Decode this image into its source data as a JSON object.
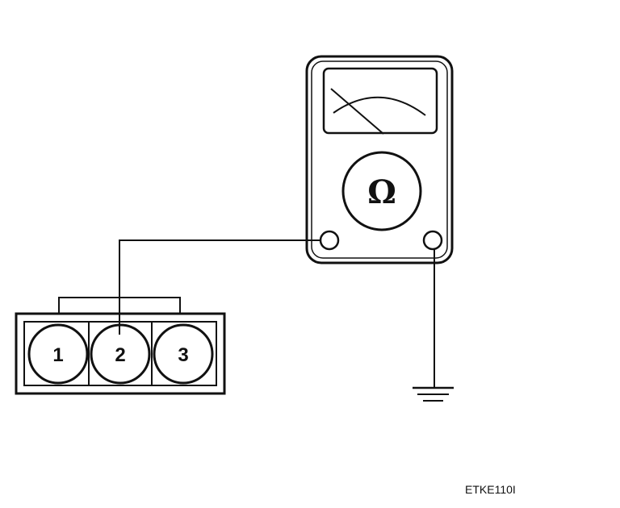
{
  "connector": {
    "pins": [
      {
        "label": "1"
      },
      {
        "label": "2"
      },
      {
        "label": "3"
      }
    ]
  },
  "meter": {
    "mode_symbol": "Ω"
  },
  "figure_code": "ETKE110I",
  "colors": {
    "line": "#111111",
    "background": "#ffffff"
  }
}
